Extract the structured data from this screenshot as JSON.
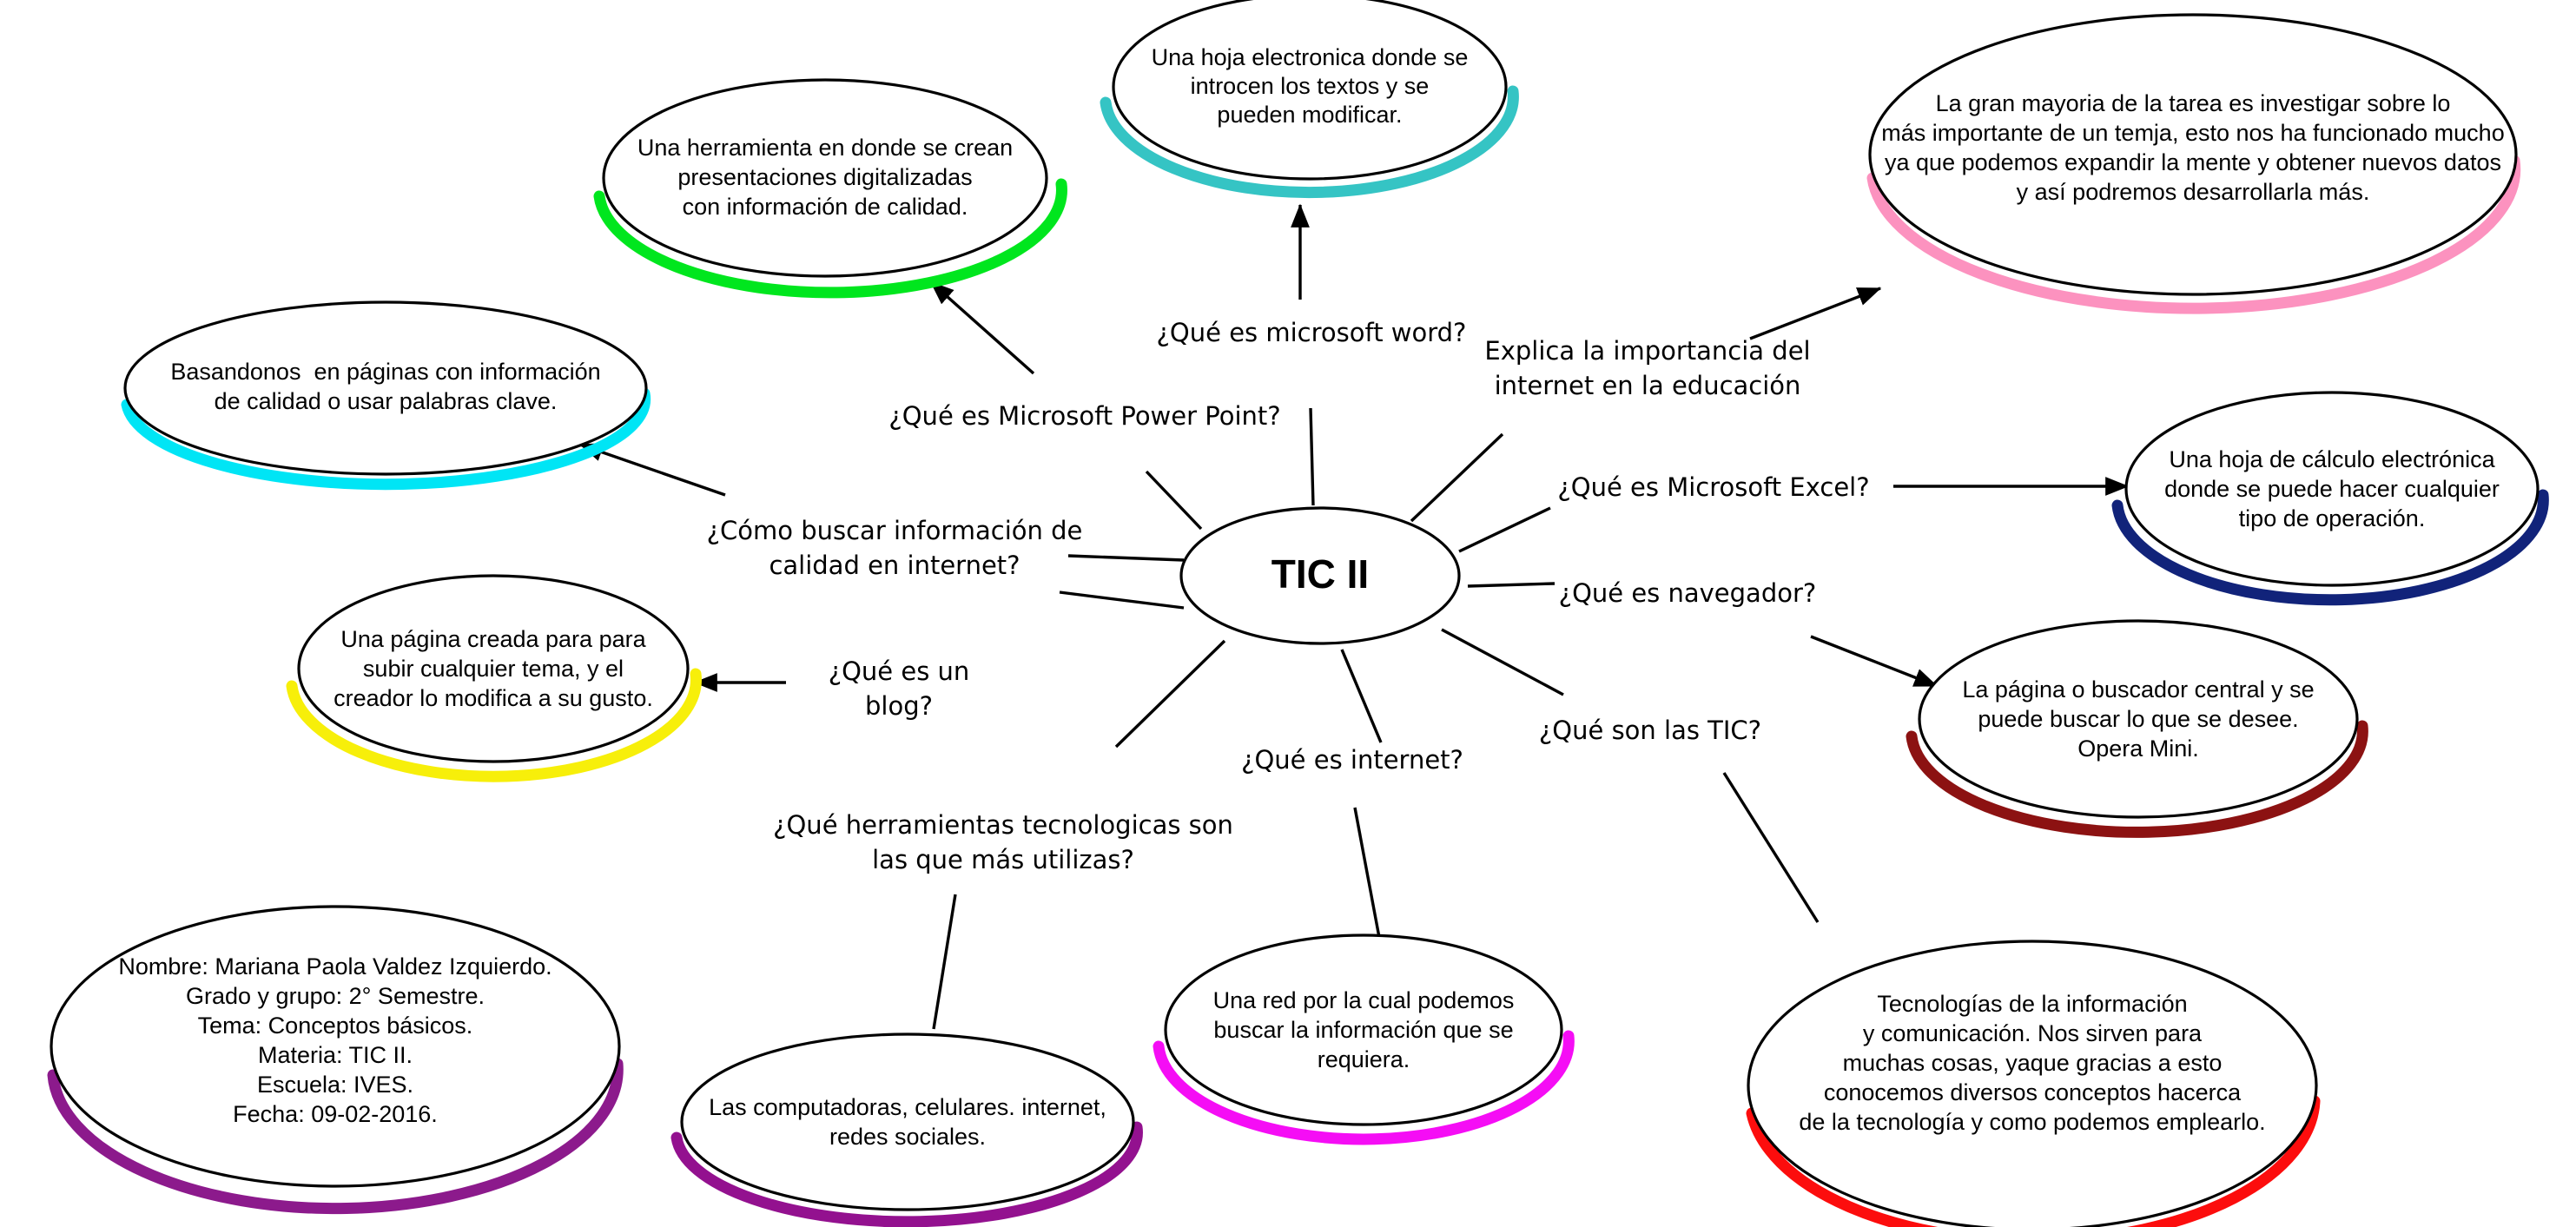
{
  "diagram": {
    "title": "TIC II",
    "type": "concept-map",
    "center": {
      "label": "TIC II"
    },
    "questions": [
      {
        "id": "powerpoint",
        "label": "¿Qué es Microsoft Power Point?",
        "lines": [
          "¿Qué es Microsoft Power Point?"
        ]
      },
      {
        "id": "word",
        "label": "¿Qué es microsoft word?",
        "lines": [
          "¿Qué es microsoft word?"
        ]
      },
      {
        "id": "internet-educacion",
        "label": "Explica la importancia del internet en la educación",
        "lines": [
          "Explica la importancia del",
          "internet en la educación"
        ]
      },
      {
        "id": "excel",
        "label": "¿Qué es Microsoft Excel?",
        "lines": [
          "¿Qué es Microsoft Excel?"
        ]
      },
      {
        "id": "navegador",
        "label": "¿Qué es navegador?",
        "lines": [
          "¿Qué es navegador?"
        ]
      },
      {
        "id": "tic",
        "label": "¿Qué son las TIC?",
        "lines": [
          "¿Qué son las TIC?"
        ]
      },
      {
        "id": "internet",
        "label": "¿Qué es internet?",
        "lines": [
          "¿Qué es internet?"
        ]
      },
      {
        "id": "herramientas",
        "label": "¿Qué herramientas tecnologicas son las que más utilizas?",
        "lines": [
          "¿Qué herramientas tecnologicas son",
          "las que más utilizas?"
        ]
      },
      {
        "id": "blog",
        "label": "¿Qué es un blog?",
        "lines": [
          "¿Qué es un",
          "blog?"
        ]
      },
      {
        "id": "buscar-info",
        "label": "¿Cómo buscar información de calidad en internet?",
        "lines": [
          "¿Cómo buscar información de",
          "calidad en internet?"
        ]
      }
    ],
    "nodes": [
      {
        "id": "powerpoint-answer",
        "color": "#00e61e",
        "lines": [
          "Una herramienta en donde se crean",
          "presentaciones digitalizadas",
          "con información de calidad."
        ]
      },
      {
        "id": "word-answer",
        "color": "#35c4c4",
        "lines": [
          "Una hoja electronica donde se",
          "introcen los textos y se",
          "pueden modificar."
        ]
      },
      {
        "id": "internet-educacion-answer",
        "color": "#fc92bf",
        "lines": [
          "La gran mayoria de la tarea es investigar sobre lo",
          "más importante de un temja, esto nos ha funcionado mucho",
          "ya que podemos expandir la mente y obtener nuevos datos",
          "y así podremos desarrollarla más."
        ]
      },
      {
        "id": "buscar-info-answer",
        "color": "#00e5f5",
        "lines": [
          "Basandonos  en páginas con información",
          "de calidad o usar palabras clave."
        ]
      },
      {
        "id": "blog-answer",
        "color": "#f7ef0a",
        "lines": [
          "Una página creada para para",
          "subir cualquier tema, y el",
          "creador lo modifica a su gusto."
        ]
      },
      {
        "id": "excel-answer",
        "color": "#11237a",
        "lines": [
          "Una hoja de cálculo electrónica",
          "donde se puede hacer cualquier",
          "tipo de operación."
        ]
      },
      {
        "id": "navegador-answer",
        "color": "#8c1212",
        "lines": [
          "La página o buscador central y se",
          "puede buscar lo que se desee.",
          "Opera Mini."
        ]
      },
      {
        "id": "tic-answer",
        "color": "#fc0d0d",
        "lines": [
          "Tecnologías de la información",
          "y comunicación. Nos sirven para",
          "muchas cosas, yaque gracias a esto",
          "conocemos diversos conceptos hacerca",
          "de la tecnología y como podemos emplearlo."
        ]
      },
      {
        "id": "internet-answer",
        "color": "#f50df5",
        "lines": [
          "Una red por la cual podemos",
          "buscar la información que se",
          "requiera."
        ]
      },
      {
        "id": "herramientas-answer",
        "color": "#93118f",
        "lines": [
          "Las computadoras, celulares. internet,",
          "redes sociales."
        ]
      },
      {
        "id": "student-info",
        "color": "#8c1a8c",
        "lines": [
          "Nombre: Mariana Paola Valdez Izquierdo.",
          "Grado y grupo: 2° Semestre.",
          "Tema: Conceptos básicos.",
          "Materia: TIC II.",
          "Escuela: IVES.",
          "Fecha: 09-02-2016."
        ]
      }
    ]
  }
}
